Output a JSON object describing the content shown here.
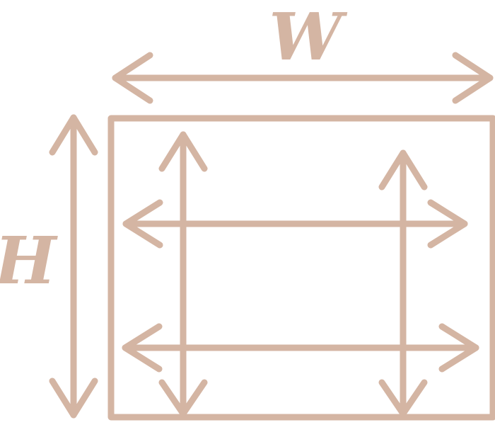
{
  "diagram": {
    "width_label": "W",
    "height_label": "H",
    "color": "#d4b5a3",
    "icons": {
      "arrow": "double-headed-arrow",
      "frame": "rectangle"
    }
  }
}
